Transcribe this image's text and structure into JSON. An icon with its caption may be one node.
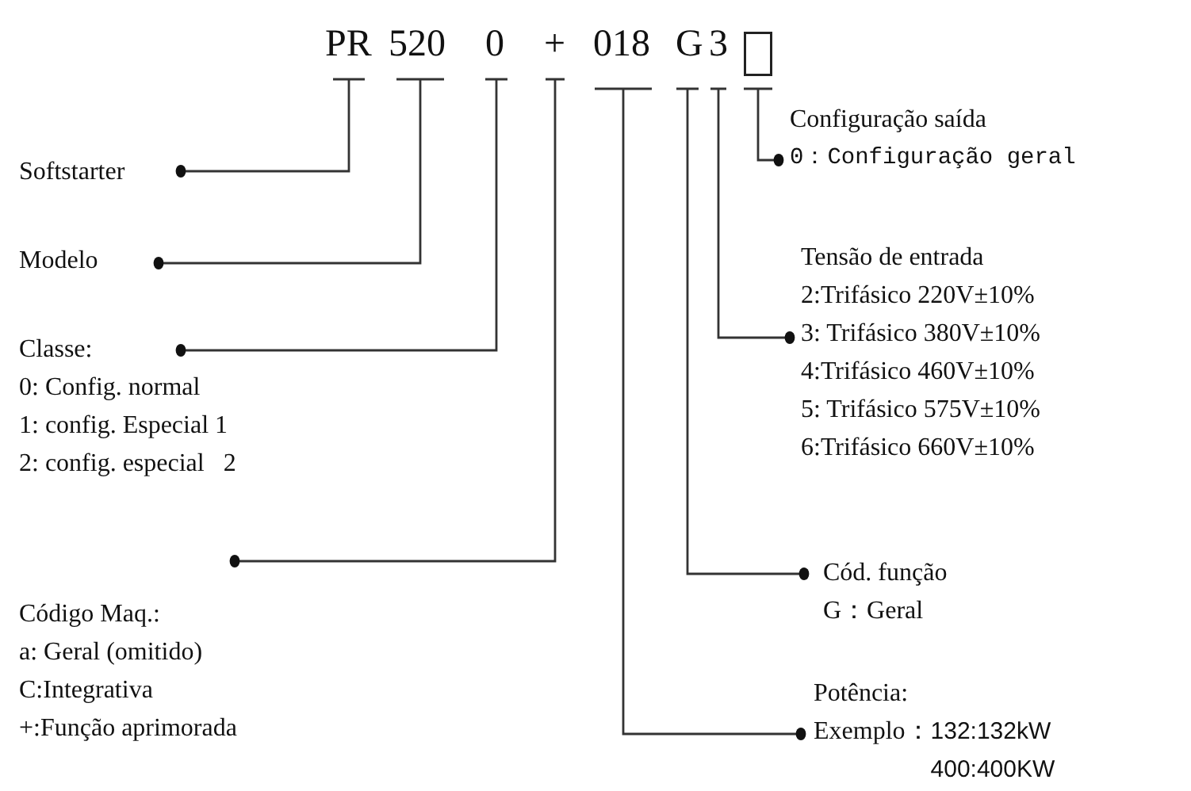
{
  "diagram": {
    "nodes": [
      {
        "text": [
          "PR"
        ]
      },
      {
        "text": [
          "520"
        ]
      },
      {
        "text": [
          "0"
        ]
      },
      {
        "text": [
          "+"
        ]
      },
      {
        "text": [
          "018"
        ]
      },
      {
        "text": [
          "G"
        ]
      },
      {
        "text": [
          "3"
        ]
      },
      {
        "text": [],
        "shape": "box"
      },
      {
        "text": [
          "Softstarter"
        ]
      },
      {
        "text": [
          "Configuração saída",
          "0：Configuração geral"
        ]
      },
      {
        "text": [
          "Modelo"
        ]
      },
      {
        "text": [
          "Tensão de entrada",
          "2:Trifásico 220V±10%",
          "3: Trifásico 380V±10%",
          "4:Trifásico 460V±10%",
          "5: Trifásico 575V±10%",
          "6:Trifásico 660V±10%"
        ]
      },
      {
        "text": [
          "Classe:",
          "0: Config. normal",
          "1: config. Especial 1",
          "2: config. especial   2"
        ]
      },
      {
        "text": [
          "Código Maq.:",
          "a: Geral (omitido)",
          "C:Integrativa",
          "+:Função aprimorada"
        ]
      },
      {
        "text": [
          "Cód. função",
          "G：Geral"
        ]
      },
      {
        "text": [
          "Potência:",
          "Exemplo：",
          "132:132kW 400:400KW"
        ]
      }
    ],
    "edges": [
      {
        "from": 0,
        "to": 8,
        "arrow": "other"
      },
      {
        "from": 1,
        "to": 10,
        "arrow": "other"
      },
      {
        "from": 2,
        "to": 12,
        "arrow": "other"
      },
      {
        "from": 3,
        "to": 13,
        "arrow": "other"
      },
      {
        "from": 4,
        "to": 15,
        "arrow": "other"
      },
      {
        "from": 5,
        "to": 14,
        "arrow": "other"
      },
      {
        "from": 6,
        "to": 11,
        "arrow": "other"
      },
      {
        "from": 7,
        "to": 9,
        "arrow": "other"
      }
    ]
  }
}
